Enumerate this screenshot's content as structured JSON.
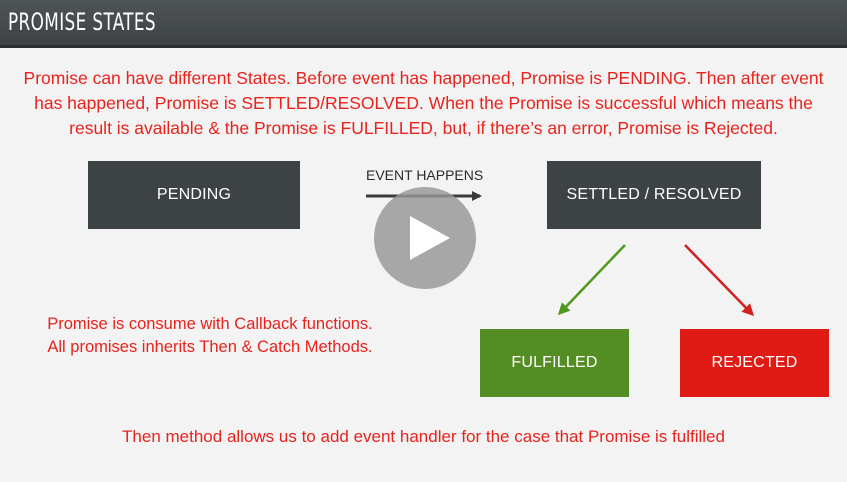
{
  "header": {
    "title": "PROMISE STATES"
  },
  "intro": {
    "text": "Promise can have different States. Before event has happened, Promise is PENDING. Then after event has happened, Promise is SETTLED/RESOLVED.  When the Promise is successful which means the result is available & the Promise is FULFILLED, but, if there’s an error, Promise is Rejected."
  },
  "states": {
    "pending": "PENDING",
    "settled": "SETTLED / RESOLVED",
    "fulfilled": "FULFILLED",
    "rejected": "REJECTED"
  },
  "event_label": "EVENT HAPPENS",
  "consume": {
    "line1": "Promise is consume with Callback functions.",
    "line2": "All promises inherits Then & Catch Methods."
  },
  "then_note": "Then method allows us to add event handler for the case that Promise is fulfilled",
  "icons": {
    "play": "play-icon"
  },
  "colors": {
    "header_bg": "#45494b",
    "text_red": "#e8231d",
    "box_dark": "#3d4244",
    "fulfilled_green": "#548d23",
    "rejected_red": "#e01b15"
  }
}
